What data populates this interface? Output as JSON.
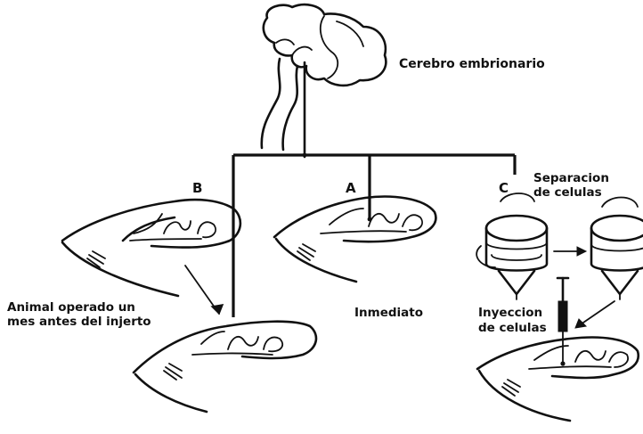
{
  "labels": {
    "embryonic_brain": "Cerebro embrionario",
    "panel_a": "A",
    "panel_b": "B",
    "panel_c": "C",
    "cell_separation_line1": "Separacion",
    "cell_separation_line2": "de celulas",
    "operated_animal_line1": "Animal operado un",
    "operated_animal_line2": "mes antes del injerto",
    "immediate": "Inmediato",
    "cell_injection_line1": "Inyeccion",
    "cell_injection_line2": "de celulas"
  },
  "colors": {
    "ink": "#111111",
    "background": "#ffffff"
  }
}
